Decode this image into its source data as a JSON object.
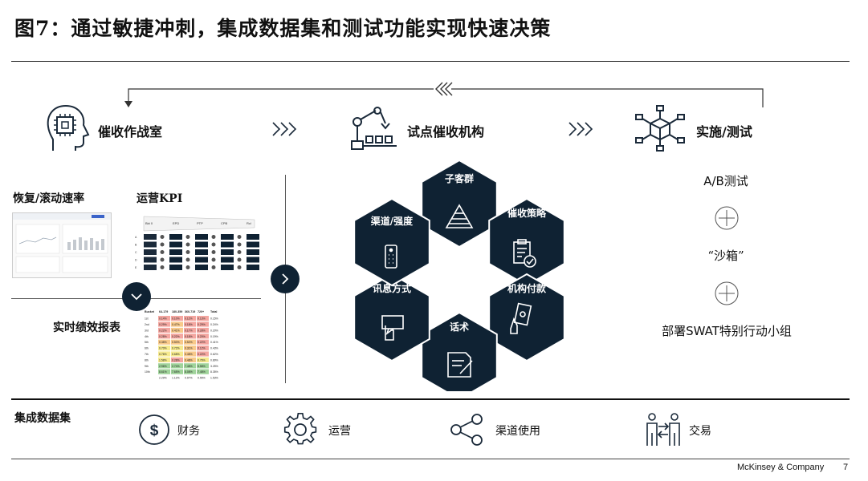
{
  "title": "图7：通过敏捷冲刺，集成数据集和测试功能实现快速决策",
  "stages": [
    {
      "label": "催收作战室",
      "icon": "brain-chip-icon"
    },
    {
      "label": "试点催收机构",
      "icon": "robot-arm-icon"
    },
    {
      "label": "实施/测试",
      "icon": "network-cube-icon"
    }
  ],
  "left_panel": {
    "roll_rate_label": "恢复/滚动速率",
    "kpi_label": "运营KPI",
    "report_label": "实时绩效报表",
    "kpi_stages": [
      "Bkt 0",
      "EPD",
      "PTP",
      "CPB",
      "Rcl"
    ]
  },
  "report_table": {
    "headers": [
      "Bucket",
      "64-179",
      "180-359",
      "360-719",
      "720+",
      "Total"
    ],
    "rows": [
      [
        "1st",
        "0.14%",
        "0.10%",
        "0.12%",
        "0.13%",
        "0.15%"
      ],
      [
        "2nd",
        "0.29%",
        "0.47%",
        "0.18%",
        "0.29%",
        "0.24%"
      ],
      [
        "3rd",
        "0.22%",
        "0.41%",
        "0.17%",
        "0.28%",
        "0.20%"
      ],
      [
        "4th",
        "0.28%",
        "0.22%",
        "0.18%",
        "0.20%",
        "0.19%"
      ],
      [
        "5th",
        "0.38%",
        "0.50%",
        "0.52%",
        "0.22%",
        "0.41%"
      ],
      [
        "6th",
        "0.70%",
        "0.72%",
        "0.31%",
        "0.12%",
        "0.43%"
      ],
      [
        "7th",
        "0.76%",
        "0.68%",
        "0.48%",
        "0.22%",
        "0.62%"
      ],
      [
        "8th",
        "1.58%",
        "0.28%",
        "0.48%",
        "0.76%",
        "0.89%"
      ],
      [
        "9th",
        "2.96%",
        "2.74%",
        "7.48%",
        "5.58%",
        "3.25%"
      ],
      [
        "10th",
        "8.61%",
        "7.65%",
        "8.08%",
        "7.48%",
        "8.35%"
      ],
      [
        "",
        "2.29%",
        "1.12%",
        "0.97%",
        "0.55%",
        "1.53%"
      ]
    ]
  },
  "hexagons": [
    {
      "label": "子客群",
      "icon": "pyramid-icon"
    },
    {
      "label": "催收策略",
      "icon": "clipboard-check-icon"
    },
    {
      "label": "机构付款",
      "icon": "hand-money-icon"
    },
    {
      "label": "话术",
      "icon": "document-pen-icon"
    },
    {
      "label": "讯息方式",
      "icon": "chat-hand-icon"
    },
    {
      "label": "渠道/强度",
      "icon": "remote-control-icon"
    }
  ],
  "right_panel": {
    "ab_test": "A/B测试",
    "sandbox": "“沙箱”",
    "swat": "部署SWAT特别行动小组"
  },
  "bottom": {
    "label": "集成数据集",
    "categories": [
      {
        "label": "财务",
        "icon": "dollar-circle-icon"
      },
      {
        "label": "运营",
        "icon": "gear-icon"
      },
      {
        "label": "渠道使用",
        "icon": "share-icon"
      },
      {
        "label": "交易",
        "icon": "exchange-people-icon"
      }
    ]
  },
  "footer": {
    "company": "McKinsey & Company",
    "page": "7"
  },
  "colors": {
    "navy": "#0f2233",
    "red": "#f4a6a0",
    "orange": "#f8c98a",
    "yellow": "#f6ea8e",
    "green": "#9fd39a"
  }
}
